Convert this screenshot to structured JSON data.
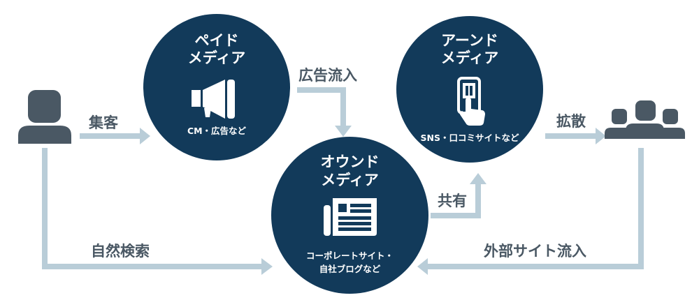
{
  "edges": {
    "shuukyaku": "集客",
    "koukoku_ryuunyuu": "広告流入",
    "kakusan": "拡散",
    "kyouyuu": "共有",
    "shizen_kensaku": "自然検索",
    "gaibu_site_ryuunyuu": "外部サイト流入"
  },
  "nodes": {
    "paid": {
      "title_line1": "ペイド",
      "title_line2": "メディア",
      "desc": "CM・広告など",
      "icon": "megaphone-icon"
    },
    "earned": {
      "title_line1": "アーンド",
      "title_line2": "メディア",
      "desc": "SNS・口コミサイトなど",
      "icon": "smartphone-tap-icon"
    },
    "owned": {
      "title_line1": "オウンド",
      "title_line2": "メディア",
      "desc_line1": "コーポレートサイト・",
      "desc_line2": "自社ブログなど",
      "icon": "newspaper-icon"
    }
  },
  "actors": {
    "user": "user-icon",
    "group": "users-group-icon"
  },
  "colors": {
    "circle": "#123a5a",
    "arrow": "#b9cdd8",
    "person": "#4a5864",
    "label": "#4a5864"
  }
}
